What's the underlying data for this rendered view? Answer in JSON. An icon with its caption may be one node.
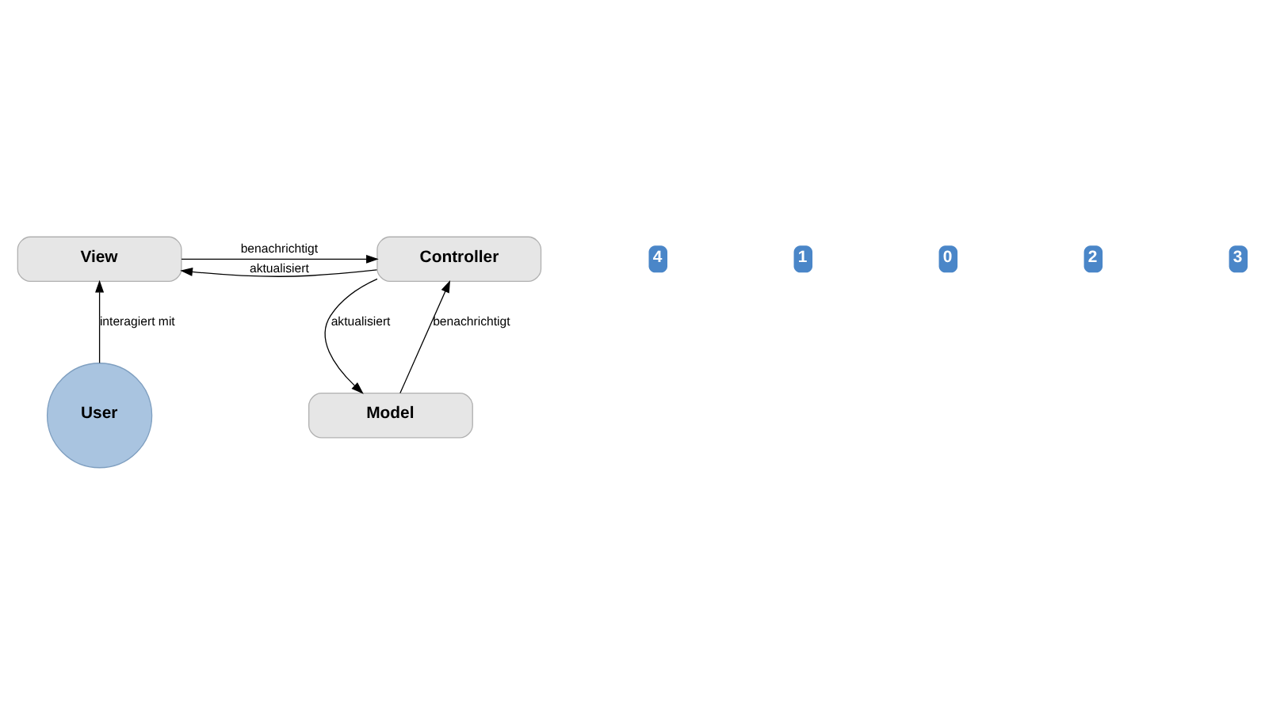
{
  "diagram": {
    "nodes": [
      {
        "text": [
          "View"
        ]
      },
      {
        "text": [
          "Controller"
        ]
      },
      {
        "text": [
          "User"
        ]
      },
      {
        "text": [
          "Model"
        ]
      }
    ],
    "edges": [
      {
        "from": 1,
        "to": 0,
        "arrow": "to",
        "label": "aktualisiert"
      },
      {
        "from": 0,
        "to": 1,
        "arrow": "to",
        "label": "benachrichtigt"
      },
      {
        "from": 2,
        "to": 0,
        "arrow": "to",
        "label": "interagiert mit"
      },
      {
        "from": 1,
        "to": 3,
        "arrow": "to",
        "label": "aktualisiert"
      },
      {
        "from": 3,
        "to": 1,
        "arrow": "to",
        "label": "benachrichtigt"
      }
    ],
    "labels": [
      "4",
      "1",
      "0",
      "2",
      "3"
    ]
  }
}
